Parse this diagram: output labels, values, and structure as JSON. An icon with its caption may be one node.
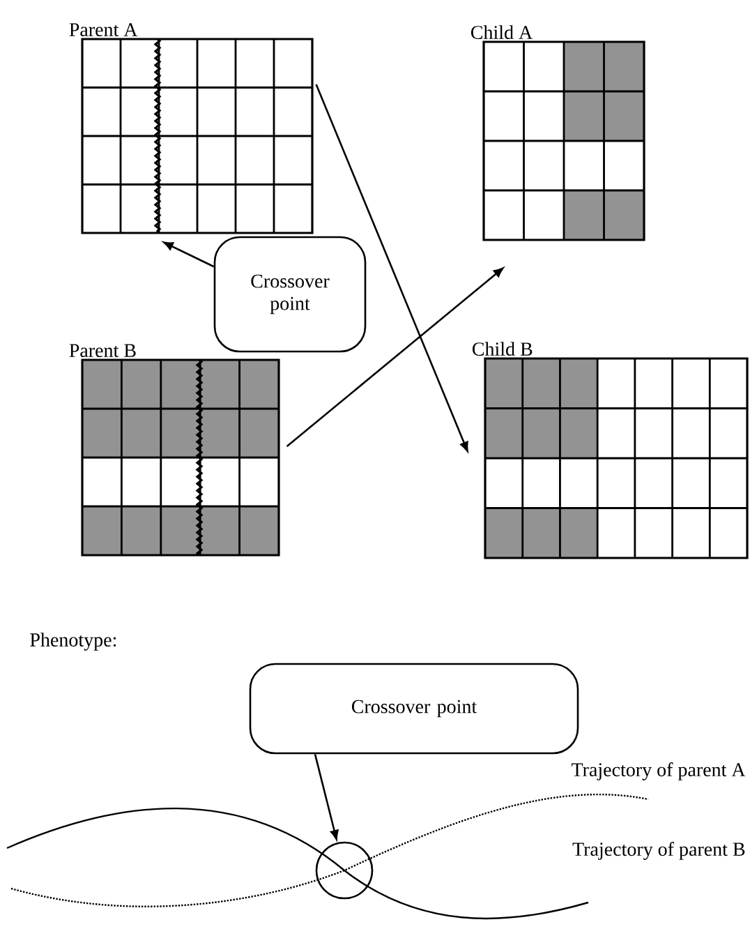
{
  "diagram": {
    "nodes": [
      {
        "text": [
          "Parent A"
        ]
      },
      {
        "text": [
          "Child A"
        ]
      },
      {
        "text": [
          "Crossover point"
        ]
      },
      {
        "text": [
          "Parent B"
        ]
      },
      {
        "text": [
          "Child B"
        ]
      },
      {
        "text": [
          "Crossover point"
        ]
      },
      {
        "text": [],
        "shape": "circle"
      }
    ],
    "edges": [
      {
        "from": 2,
        "to": 0,
        "arrow": "to"
      },
      {
        "from": 3,
        "to": 1,
        "arrow": "to"
      },
      {
        "from": 0,
        "to": 4,
        "arrow": "to"
      },
      {
        "from": 5,
        "to": 6,
        "arrow": "to"
      }
    ],
    "labels": [
      "Phenotype:",
      "Trajectory of parent A",
      "Trajectory of parent B"
    ]
  }
}
